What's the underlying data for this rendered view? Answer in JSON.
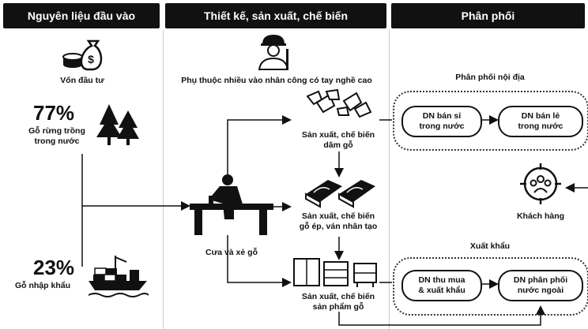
{
  "headers": {
    "input": "Nguyên liệu đầu vào",
    "production": "Thiết kế, sản xuất, chế biến",
    "distribution": "Phân phối"
  },
  "input": {
    "capital_label": "Vốn đầu tư",
    "domestic_pct": "77%",
    "domestic_label_1": "Gỗ rừng trồng",
    "domestic_label_2": "trong nước",
    "import_pct": "23%",
    "import_label": "Gỗ nhập khẩu"
  },
  "production": {
    "labor_note": "Phụ thuộc nhiều vào nhân công có tay nghề cao",
    "sawing_label": "Cưa và xẻ gỗ",
    "chips_label_1": "Sản xuất, chế biến",
    "chips_label_2": "dăm gỗ",
    "panel_label_1": "Sản xuất, chế biến",
    "panel_label_2": "gỗ ép, ván nhân tạo",
    "products_label_1": "Sản xuất, chế biến",
    "products_label_2": "sản phẩm gỗ"
  },
  "distribution": {
    "domestic_title": "Phân phối nội địa",
    "wholesale_1": "DN bán sỉ",
    "wholesale_2": "trong nước",
    "retail_1": "DN bán lẻ",
    "retail_2": "trong nước",
    "customer_label": "Khách hàng",
    "export_title": "Xuất khẩu",
    "export_buyer_1": "DN thu mua",
    "export_buyer_2": "& xuất khẩu",
    "foreign_dist_1": "DN phân phối",
    "foreign_dist_2": "nước ngoài"
  }
}
